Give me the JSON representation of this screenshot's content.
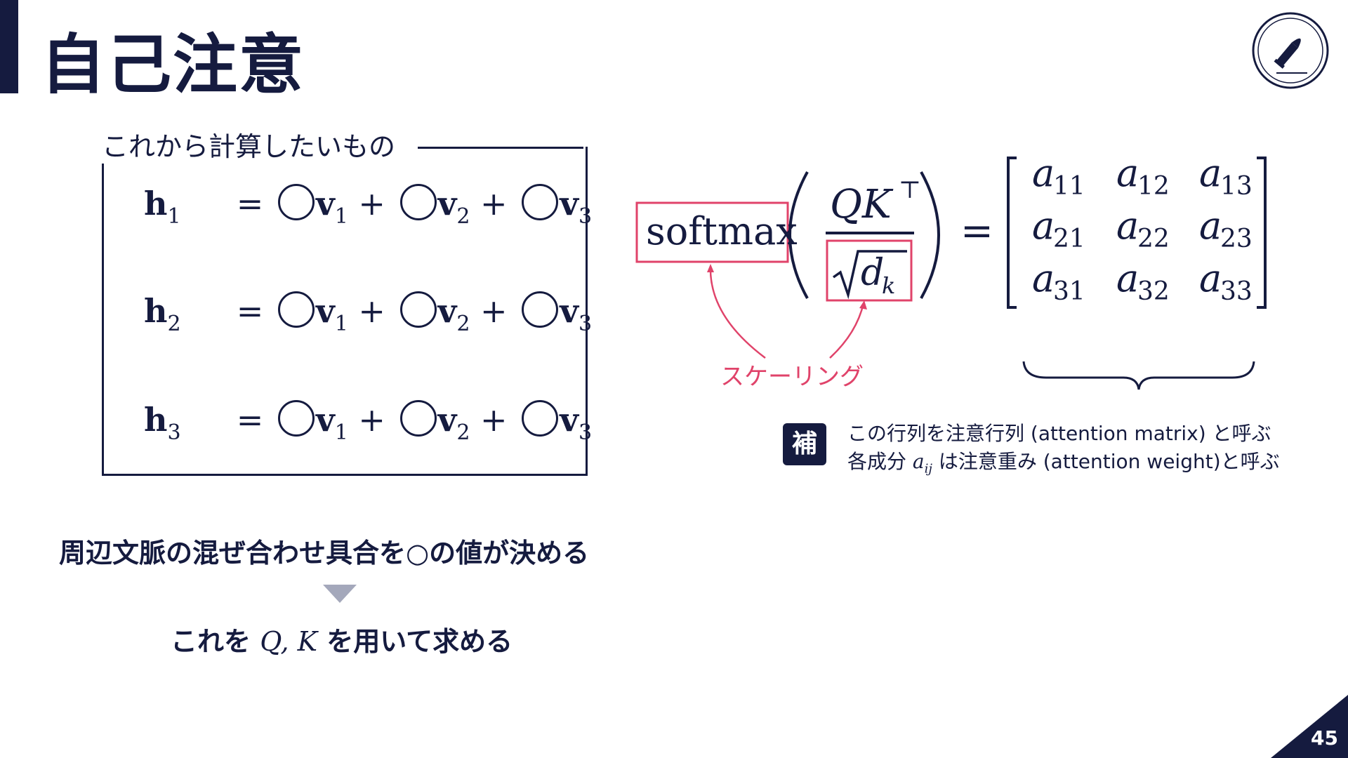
{
  "slide": {
    "title": "自己注意",
    "page_number": "45"
  },
  "box": {
    "caption": "これから計算したいもの",
    "rows": [
      {
        "h": "h",
        "h_sub": "1",
        "v": [
          "v",
          "v",
          "v"
        ],
        "v_sub": [
          "1",
          "2",
          "3"
        ]
      },
      {
        "h": "h",
        "h_sub": "2",
        "v": [
          "v",
          "v",
          "v"
        ],
        "v_sub": [
          "1",
          "2",
          "3"
        ]
      },
      {
        "h": "h",
        "h_sub": "3",
        "v": [
          "v",
          "v",
          "v"
        ],
        "v_sub": [
          "1",
          "2",
          "3"
        ]
      }
    ],
    "equals": "=",
    "plus": "+"
  },
  "formula": {
    "softmax": "softmax",
    "numerator": "QK",
    "transpose": "⊤",
    "denominator_d": "d",
    "denominator_k": "k",
    "equals": "=",
    "scaling_label": "スケーリング",
    "matrix": [
      [
        "a",
        "11"
      ],
      [
        "a",
        "12"
      ],
      [
        "a",
        "13"
      ],
      [
        "a",
        "21"
      ],
      [
        "a",
        "22"
      ],
      [
        "a",
        "23"
      ],
      [
        "a",
        "31"
      ],
      [
        "a",
        "32"
      ],
      [
        "a",
        "33"
      ]
    ]
  },
  "note": {
    "badge": "補",
    "line1": "この行列を注意行列 (attention matrix) と呼ぶ",
    "line2_pre": "各成分 ",
    "line2_var": "a",
    "line2_sub": "ij",
    "line2_post": " は注意重み (attention weight)と呼ぶ"
  },
  "captions": {
    "main": "周辺文脈の混ぜ合わせ具合を○の値が決める",
    "sub_pre": "これを ",
    "sub_math": "Q, K",
    "sub_post": " を用いて求める"
  },
  "colors": {
    "navy": "#151b3f",
    "accent_pink": "#e0436a",
    "arrow_gray": "#a4a8bb"
  },
  "icons": [
    "bullet-logo-icon",
    "curly-brace-icon",
    "down-triangle-icon"
  ]
}
